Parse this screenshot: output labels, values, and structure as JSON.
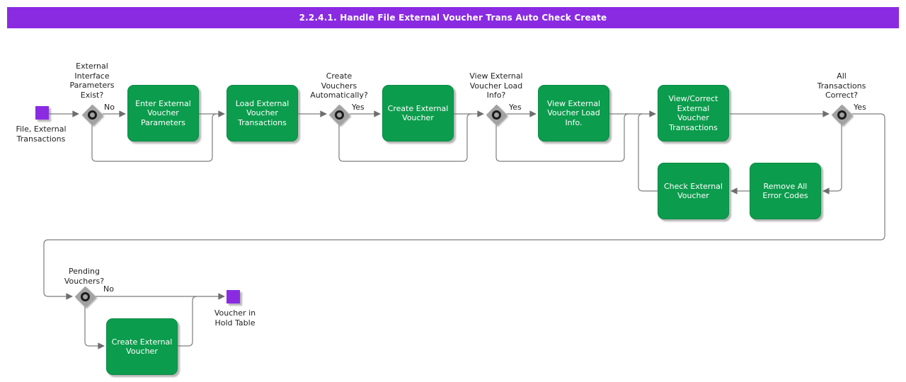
{
  "title_bar": {
    "title": "2.2.4.1. Handle File External Voucher Trans Auto Check Create"
  },
  "colors": {
    "title_bar_purple": "#8A2BE2",
    "terminal_purple": "#8A2BE2",
    "activity_green": "#0C9C4D",
    "decision_gray": "#A2A2A2",
    "connector_gray": "#7d7d7d",
    "text_dark": "#1f1f1f"
  },
  "flow": {
    "start": {
      "label": "File, External\nTransactions"
    },
    "end": {
      "label": "Voucher in\nHold Table"
    },
    "decisions": [
      {
        "question": "External\nInterface\nParameters\nExist?",
        "branch": "No"
      },
      {
        "question": "Create\nVouchers\nAutomatically?",
        "branch": "Yes"
      },
      {
        "question": "View External\nVoucher Load\nInfo?",
        "branch": "Yes"
      },
      {
        "question": "All\nTransactions\nCorrect?",
        "branch": "Yes"
      },
      {
        "question": "Pending\nVouchers?",
        "branch": "No"
      }
    ],
    "activities": [
      {
        "label": "Enter External\nVoucher\nParameters"
      },
      {
        "label": "Load External\nVoucher\nTransactions"
      },
      {
        "label": "Create External\nVoucher"
      },
      {
        "label": "View External\nVoucher Load\nInfo."
      },
      {
        "label": "View/Correct\nExternal\nVoucher\nTransactions"
      },
      {
        "label": "Check External\nVoucher"
      },
      {
        "label": "Remove All\nError Codes"
      },
      {
        "label": "Create External\nVoucher"
      }
    ]
  }
}
